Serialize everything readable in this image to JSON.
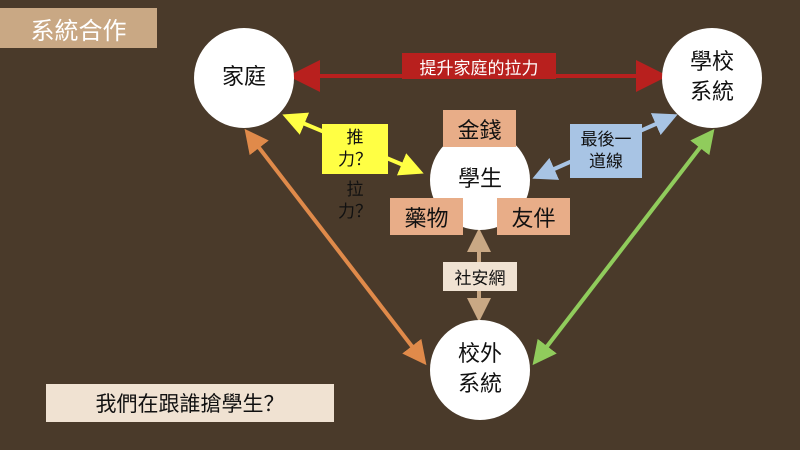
{
  "title": "系統合作",
  "nodes": {
    "family": "家庭",
    "school": [
      "學校",
      "系統"
    ],
    "student": "學生",
    "external": [
      "校外",
      "系統"
    ]
  },
  "labels": {
    "family_pull": "提升家庭的拉力",
    "push": [
      "推",
      "力？"
    ],
    "pull": [
      "拉",
      "力？"
    ],
    "money": "金錢",
    "drugs": "藥物",
    "friends": "友伴",
    "last_line": [
      "最後一",
      "道線"
    ],
    "social_net": "社安網",
    "question": "我們在跟誰搶學生？"
  },
  "colors": {
    "background": "#4a3a2a",
    "red_arrow": "#b8201e",
    "yellow": "#ffff44",
    "orange": "#e08a4a",
    "peach": "#e8ad88",
    "blue": "#a8c4e4",
    "green": "#90cc5c",
    "tan": "#c9a884",
    "beige": "#f0e2d2"
  }
}
